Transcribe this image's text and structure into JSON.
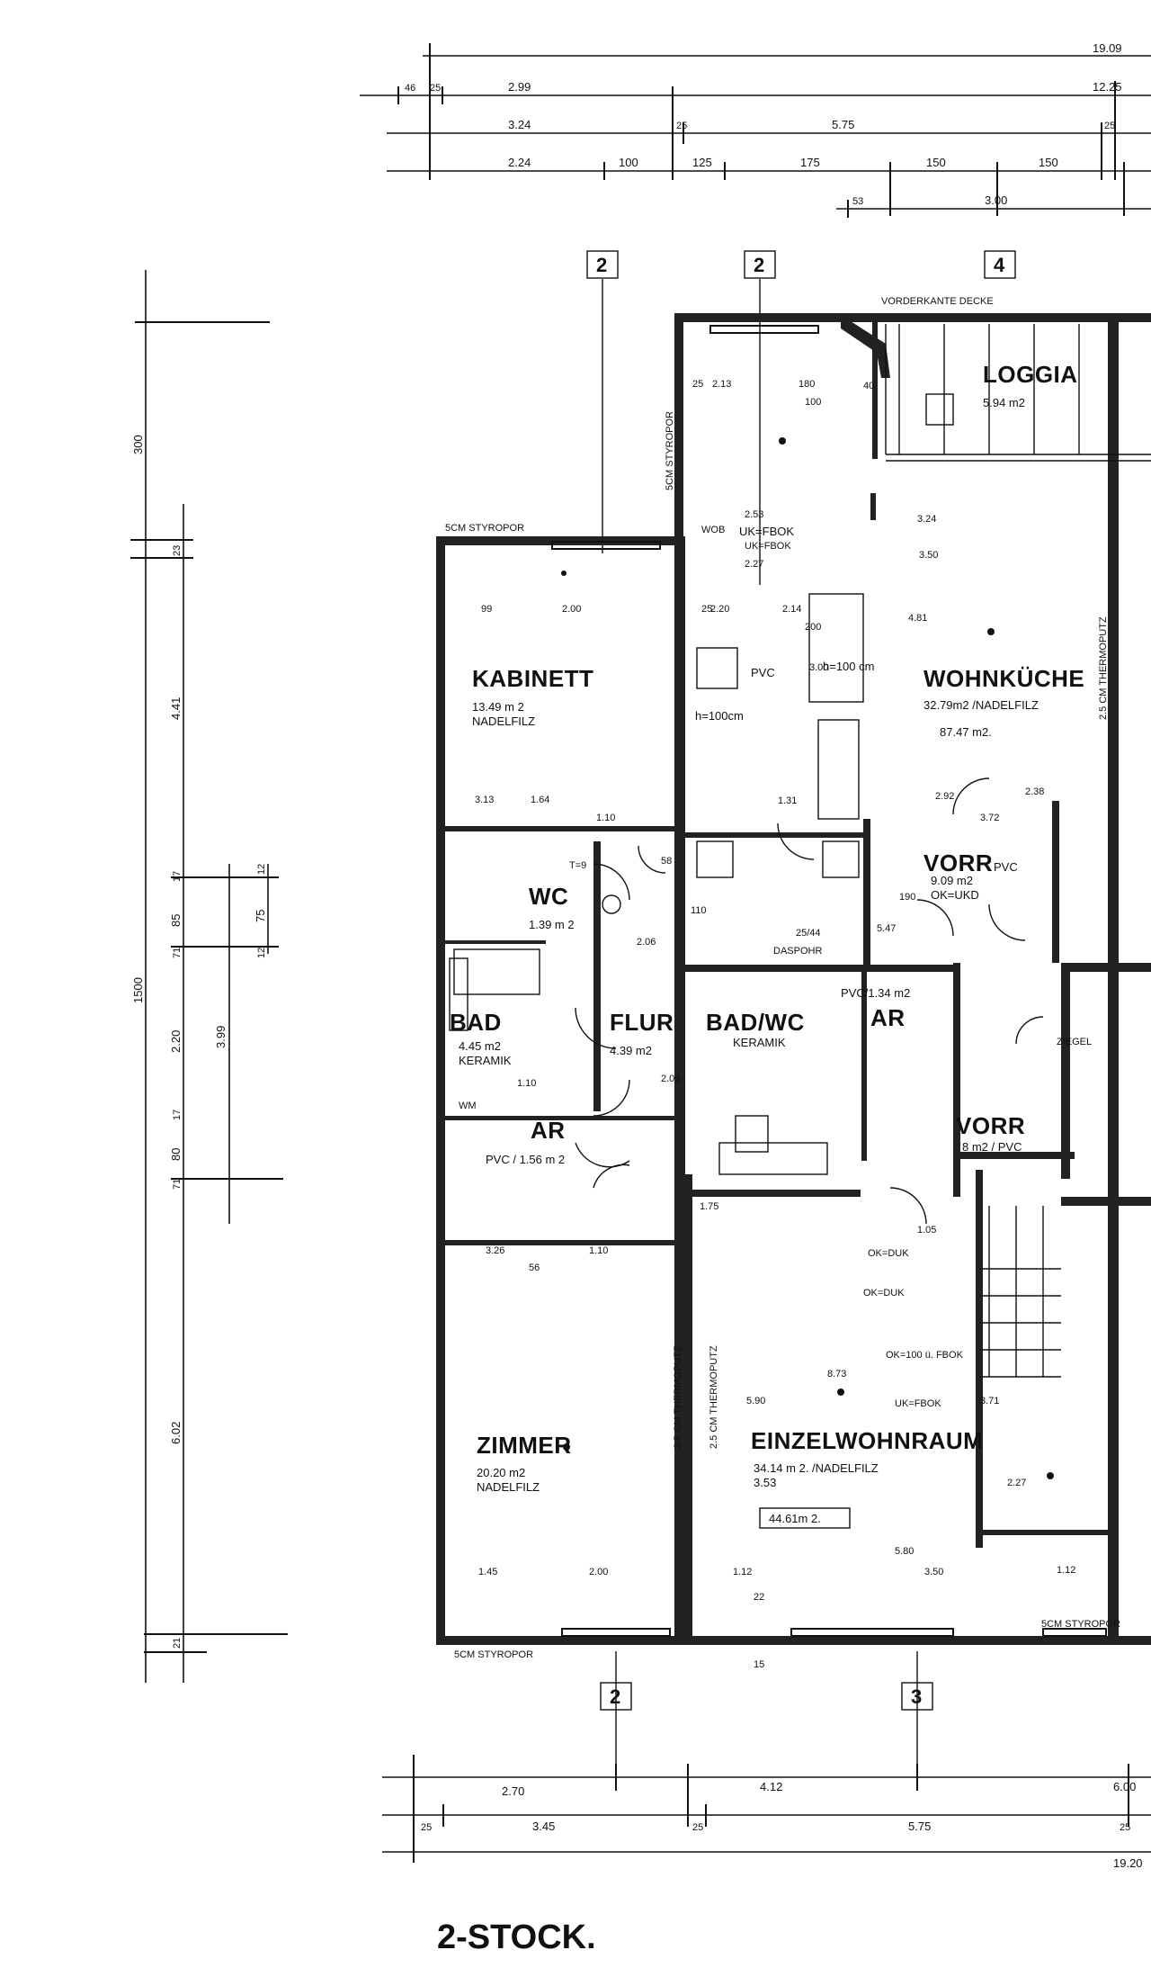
{
  "plan": {
    "title": "2-STOCK.",
    "top_dims": {
      "row1": [
        "19.09"
      ],
      "row2": [
        "46",
        "25",
        "2.99",
        "12.25"
      ],
      "row3": [
        "3.24",
        "25",
        "5.75",
        "25"
      ],
      "row4": [
        "2.24",
        "100",
        "125",
        "175",
        "150",
        "150"
      ],
      "row5": [
        "53",
        "3.00"
      ]
    },
    "bottom_dims": {
      "row1": [
        "2.70",
        "4.12",
        "6.00"
      ],
      "row2": [
        "25",
        "3.45",
        "25",
        "5.75",
        "25"
      ],
      "row3": [
        "19.20"
      ]
    },
    "left_dims": {
      "outer": [
        "1500"
      ],
      "col1": [
        "300",
        "23",
        "4.41",
        "17",
        "85",
        "71",
        "2.20",
        "17",
        "80",
        "71",
        "6.02",
        "21"
      ],
      "col2": [
        "3.99"
      ],
      "col3": [
        "12",
        "75",
        "12"
      ]
    },
    "axes": {
      "top": [
        "2",
        "2",
        "4"
      ],
      "bottom": [
        "2",
        "3"
      ]
    },
    "notes": {
      "vorderkante": "VORDERKANTE DECKE",
      "styropor_top": "5CM STYROPOR",
      "styropor_bottom_left": "5CM STYROPOR",
      "styropor_bottom_right": "5CM STYROPOR",
      "styropor_vert": "5CM STYROPOR",
      "thermoputz1": "2.5 CM THERMOPUTZ",
      "thermoputz2": "2.5 CM THERMOPUTZ",
      "thermoputz3": "2.5 CM THERMOPUTZ",
      "h100a": "h=100 cm",
      "h100b": "h=100cm",
      "uk_fbok": "UK=FBOK",
      "pvc": "PVC",
      "ok_dk1": "OK=DUK",
      "ok_dk2": "OK=DUK",
      "ok100": "OK=100 ü. FBOK",
      "uk_fbok2": "UK=FBOK",
      "wob1": "WOB",
      "dach": "DASPOHR",
      "ziegel": "ZIEGEL",
      "wm": "WM",
      "t9": "T=9"
    },
    "rooms": {
      "loggia": {
        "name": "LOGGIA",
        "area": "5.94 m2"
      },
      "kabinett": {
        "name": "KABINETT",
        "area": "13.49 m 2",
        "floor": "NADELFILZ"
      },
      "wohnkueche": {
        "name": "WOHNKÜCHE",
        "area": "32.79m2 /NADELFILZ",
        "volume": "87.47 m2."
      },
      "wc": {
        "name": "WC",
        "area": "1.39 m 2"
      },
      "vorr1": {
        "name": "VORR",
        "area": "9.09 m2",
        "floor": "PVC",
        "note": "OK=UKD"
      },
      "bad1": {
        "name": "BAD",
        "area": "4.45 m2",
        "floor": "KERAMIK"
      },
      "flur": {
        "name": "FLUR",
        "area": "4.39 m2"
      },
      "badwc": {
        "name": "BAD/WC",
        "floor": "KERAMIK"
      },
      "ar1": {
        "name": "AR",
        "area": "PVC/1.34 m2"
      },
      "ar2": {
        "name": "AR",
        "area": "PVC / 1.56 m 2"
      },
      "vorr2": {
        "name": "VORR",
        "area": "8 m2 / PVC"
      },
      "zimmer": {
        "name": "ZIMMER",
        "area": "20.20 m2",
        "floor": "NADELFILZ"
      },
      "einzelwohnraum": {
        "name": "EINZELWOHNRAUM",
        "area": "34.14 m 2. /NADELFILZ",
        "extra": "3.53",
        "volume": "44.61m 2."
      }
    },
    "inner_dims": [
      "25",
      "2.13",
      "180",
      "100",
      "40",
      "2.53",
      "UK=FBOK",
      "2.27",
      "3.24",
      "3.50",
      "2.14",
      "99",
      "2.00",
      "25",
      "2.20",
      "4.81",
      "200",
      "3.00",
      "3.13",
      "1.64",
      "1.10",
      "2.38",
      "2.92",
      "3.72",
      "1.31",
      "58",
      "110",
      "190",
      "5.47",
      "25/44",
      "2.06",
      "1.10",
      "2.09",
      "3.26",
      "1.10",
      "56",
      "1.75",
      "1.05",
      "8.73",
      "5.90",
      "3.71",
      "1.45",
      "2.00",
      "1.12",
      "3.50",
      "5.80",
      "1.12",
      "2.27",
      "15",
      "22"
    ]
  }
}
